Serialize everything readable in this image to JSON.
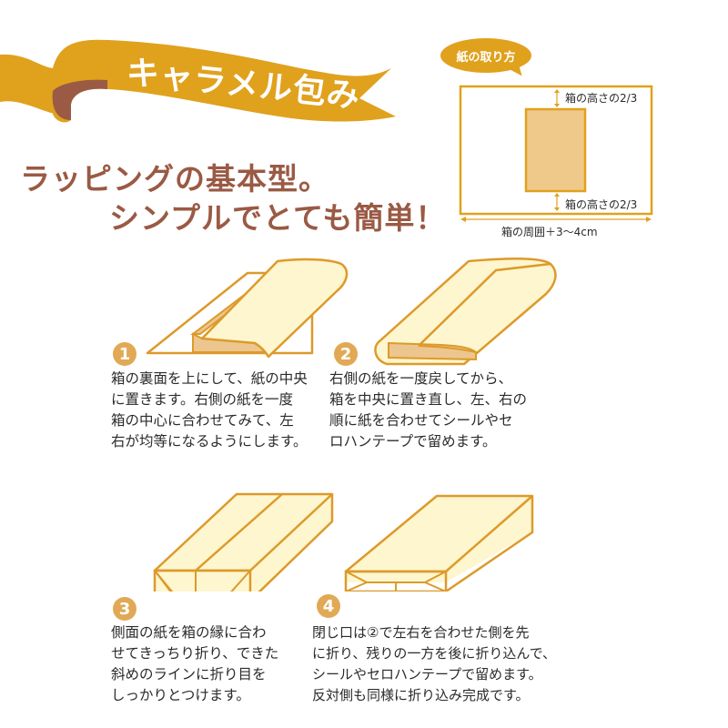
{
  "title": {
    "ribbon_text": "キャラメル包み",
    "ribbon_color": "#e0a11d",
    "ribbon_shadow_color": "#9a5a44"
  },
  "headline": {
    "line1": "ラッピングの基本型。",
    "line2": "シンプルでとても簡単！",
    "color": "#9a5a44"
  },
  "paper_diagram": {
    "bubble_label": "紙の取り方",
    "top_label": "箱の高さの2/3",
    "bottom_label": "箱の高さの2/3",
    "width_label": "箱の周囲＋3〜4cm",
    "outline_color": "#e0a11d",
    "box_fill": "#efc98a"
  },
  "steps": [
    {
      "number": "1",
      "lines": [
        "箱の裏面を上にして、紙の中央",
        "に置きます。右側の紙を一度",
        "箱の中心に合わせてみて、左",
        "右が均等になるようにします。"
      ]
    },
    {
      "number": "2",
      "lines": [
        "右側の紙を一度戻してから、",
        "箱を中央に置き直し、左、右の",
        "順に紙を合わせてシールやセ",
        "ロハンテープで留めます。"
      ]
    },
    {
      "number": "3",
      "lines": [
        "側面の紙を箱の縁に合わ",
        "せてきっちり折り、できた",
        "斜めのラインに折り目を",
        "しっかりとつけます。"
      ]
    },
    {
      "number": "4",
      "lines": [
        "閉じ口は②で左右を合わせた側を先",
        "に折り、残りの一方を後に折り込んで、",
        "シールやセロハンテープで留めます。",
        "反対側も同様に折り込み完成です。"
      ]
    }
  ],
  "colors": {
    "step_circle": "#e1a955",
    "illustration_stroke": "#dd9a2a",
    "paper_fill": "#fdf6cf",
    "box_fill": "#ecc68e"
  }
}
